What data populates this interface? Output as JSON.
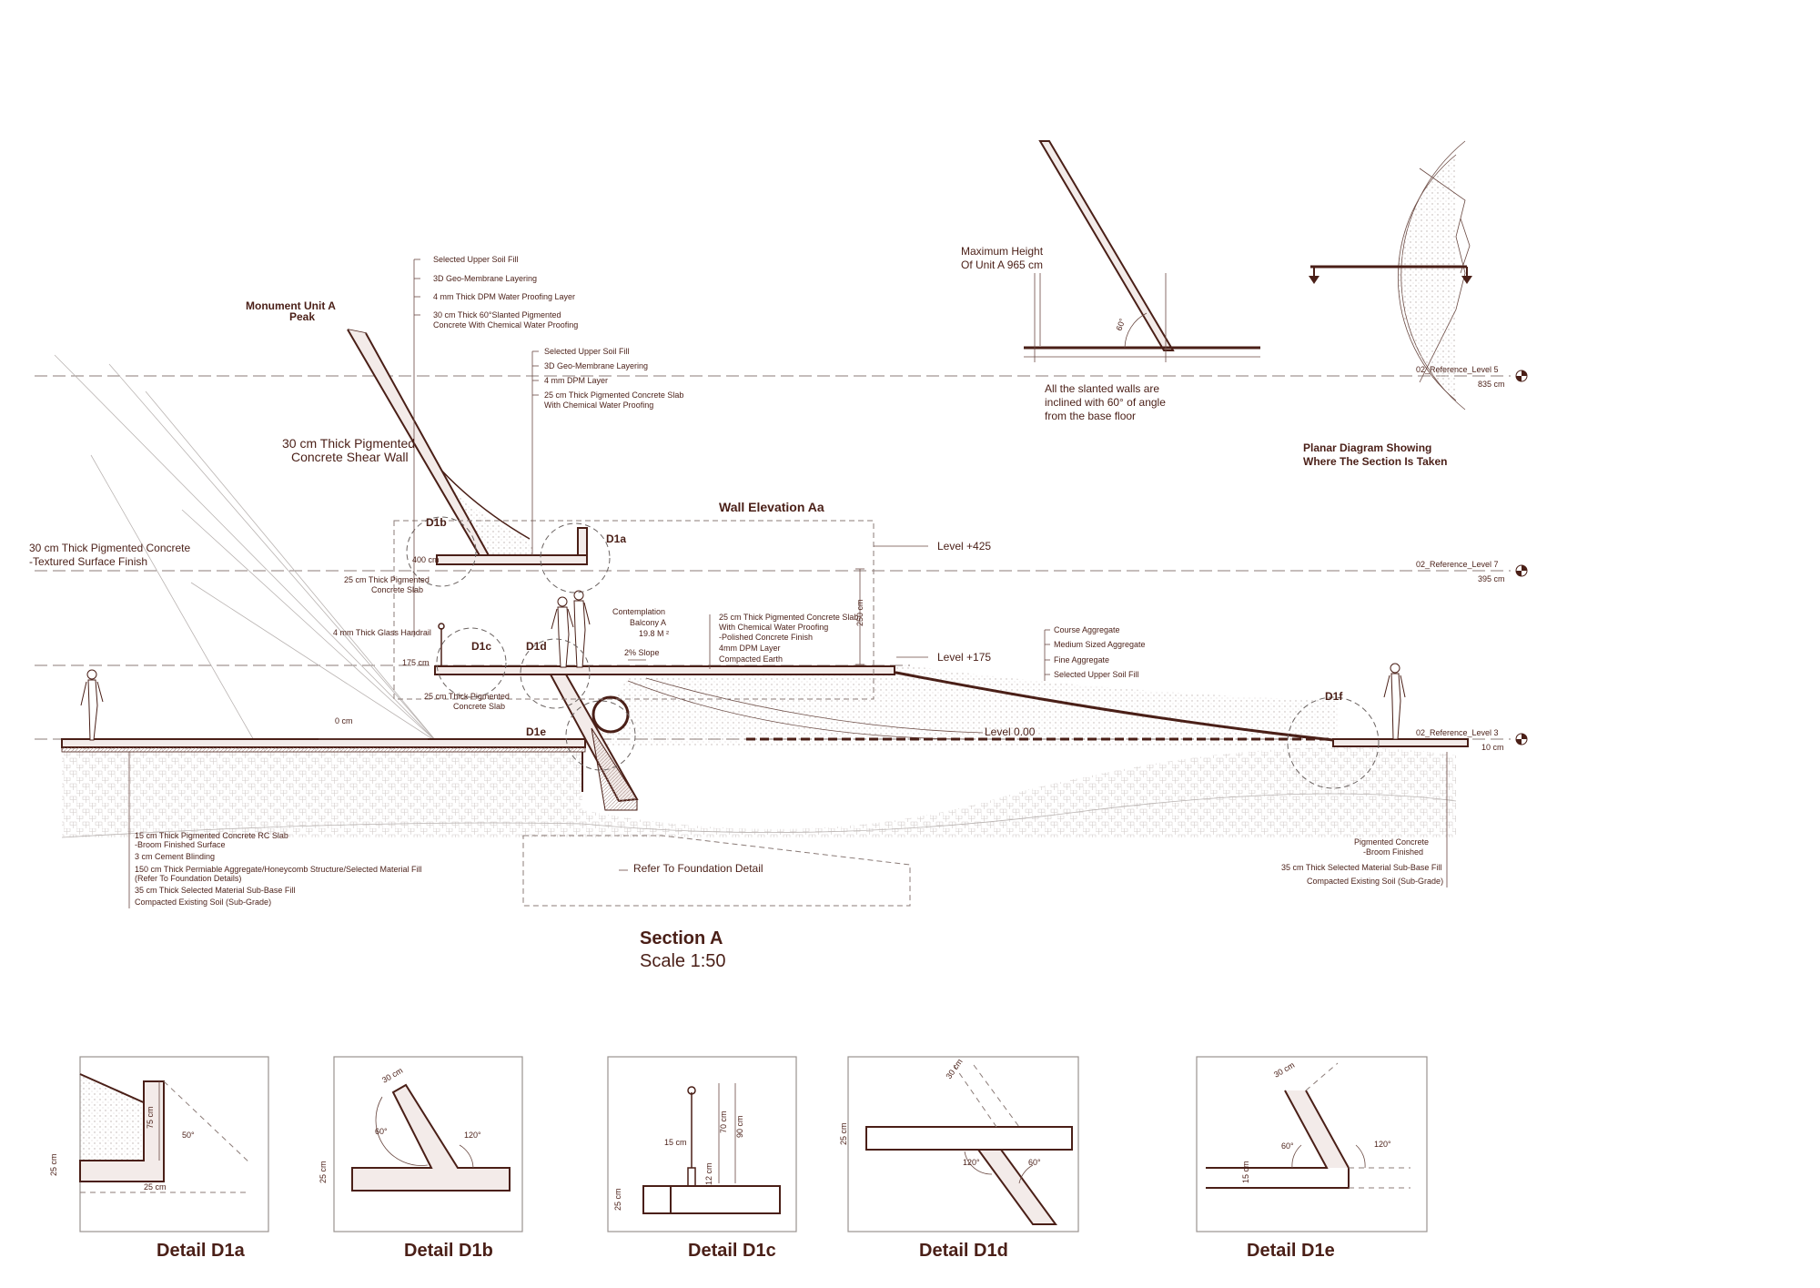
{
  "section": {
    "title": "Section A",
    "scale": "Scale 1:50",
    "wall_elevation": "Wall Elevation Aa",
    "peak_label": [
      "Monument Unit A",
      "Peak"
    ],
    "shear_wall": [
      "30 cm Thick Pigmented",
      "Concrete Shear Wall"
    ],
    "textured_finish": [
      "30 cm Thick Pigmented Concrete",
      "-Textured Surface Finish"
    ],
    "upper_notes": [
      "Selected Upper Soil Fill",
      "3D Geo-Membrane Layering",
      "4 mm Thick DPM Water Proofing Layer",
      "30 cm Thick 60°Slanted Pigmented",
      "Concrete With Chemical Water Proofing"
    ],
    "mid_notes": [
      "Selected Upper Soil Fill",
      "3D Geo-Membrane Layering",
      "4 mm DPM Layer",
      "25 cm Thick Pigmented Concrete Slab",
      "With Chemical Water Proofing"
    ],
    "slab_upper": [
      "25 cm Thick Pigmented",
      "Concrete Slab"
    ],
    "slab_lower": [
      "25 cm Thick Pigmented",
      "Concrete Slab"
    ],
    "handrail": "4 mm Thick Glass Handrail",
    "balcony": [
      "Contemplation",
      "Balcony A",
      "19.8 M ²"
    ],
    "slope": "2% Slope",
    "balcony_notes": [
      "25 cm Thick Pigmented Concrete Slab",
      "With Chemical Water Proofing",
      "-Polished Concrete Finish",
      "4mm DPM Layer",
      "Compacted Earth"
    ],
    "aggregate_notes": [
      "Course Aggregate",
      "Medium Sized Aggregate",
      "Fine Aggregate",
      "Selected Upper Soil Fill"
    ],
    "dim_400": "400 cm",
    "dim_175": "175 cm",
    "dim_0": "0 cm",
    "dim_250": "250 cm",
    "level_425": "Level +425",
    "level_175": "Level +175",
    "level_000": "Level 0.00",
    "details": [
      "D1a",
      "D1b",
      "D1c",
      "D1d",
      "D1e",
      "D1f"
    ],
    "ref_level5": [
      "02_Reference_Level 5",
      "835 cm"
    ],
    "ref_level7": [
      "02_Reference_Level 7",
      "395 cm"
    ],
    "ref_level3": [
      "02_Reference_Level 3",
      "10 cm"
    ],
    "foundation": "Refer To Foundation Detail",
    "ground_left_notes": [
      "15 cm Thick Pigmented Concrete RC Slab",
      "-Broom Finished Surface",
      "3 cm Cement Blinding",
      "150 cm Thick Permiable Aggregate/Honeycomb Structure/Selected Material Fill",
      "(Refer To Foundation Details)",
      "35 cm Thick Selected Material Sub-Base Fill",
      "Compacted Existing Soil (Sub-Grade)"
    ],
    "ground_right_notes": [
      "Pigmented Concrete",
      "-Broom Finished",
      "35 cm Thick Selected Material Sub-Base Fill",
      "Compacted Existing Soil (Sub-Grade)"
    ]
  },
  "angle_diagram": {
    "height": [
      "Maximum Height",
      "Of Unit A  965 cm"
    ],
    "angle": "60°",
    "note": [
      "All the slanted walls are",
      "inclined with 60° of angle",
      "from the base floor"
    ]
  },
  "planar": {
    "caption": [
      "Planar Diagram Showing",
      "Where The Section Is Taken"
    ]
  },
  "detail_panels": [
    {
      "title": "Detail D1a",
      "dims": [
        "75 cm",
        "25 cm",
        "25 cm"
      ],
      "angles": [
        "50°"
      ]
    },
    {
      "title": "Detail D1b",
      "dims": [
        "30 cm",
        "25 cm"
      ],
      "angles": [
        "60°",
        "120°"
      ]
    },
    {
      "title": "Detail D1c",
      "dims": [
        "70 cm",
        "90 cm",
        "15 cm",
        "12 cm",
        "25 cm"
      ],
      "angles": []
    },
    {
      "title": "Detail D1d",
      "dims": [
        "30 cm",
        "25 cm"
      ],
      "angles": [
        "120°",
        "60°"
      ]
    },
    {
      "title": "Detail D1e",
      "dims": [
        "30 cm",
        "15 cm"
      ],
      "angles": [
        "60°",
        "120°"
      ]
    }
  ],
  "colors": {
    "ink": "#4a1f17",
    "fill": "#f3ebe9",
    "guide": "#b9b3b1"
  }
}
